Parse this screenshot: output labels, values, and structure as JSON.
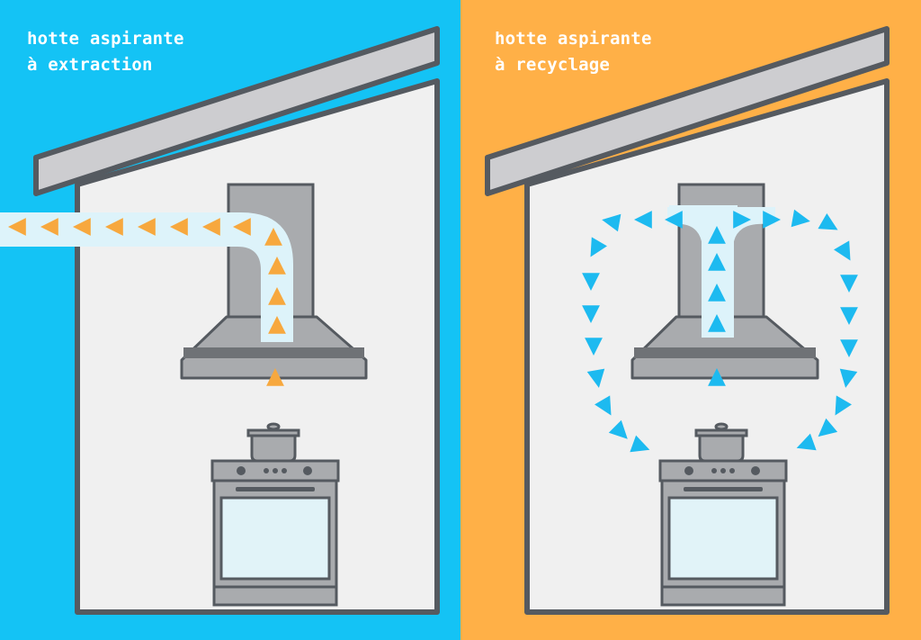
{
  "colors": {
    "extraction_bg": "#14C3F5",
    "recycling_bg": "#FFB047",
    "wall": "#F0F0F0",
    "outline": "#555A60",
    "roof": "#CDCDD0",
    "hood": "#A9ABAE",
    "hood_band": "#6F7276",
    "airflow_channel": "#DDF3FA",
    "arrow_extraction": "#F7A83E",
    "arrow_recycling": "#1DBAF0",
    "oven_window": "#E1F3F8"
  },
  "panels": [
    {
      "id": "extraction",
      "title_line1": "hotte aspirante",
      "title_line2": "à extraction"
    },
    {
      "id": "recycling",
      "title_line1": "hotte aspirante",
      "title_line2": "à recyclage"
    }
  ],
  "icons": [
    "house-icon",
    "range-hood-icon",
    "stove-icon",
    "cooking-pot-icon",
    "airflow-arrow-icon"
  ]
}
